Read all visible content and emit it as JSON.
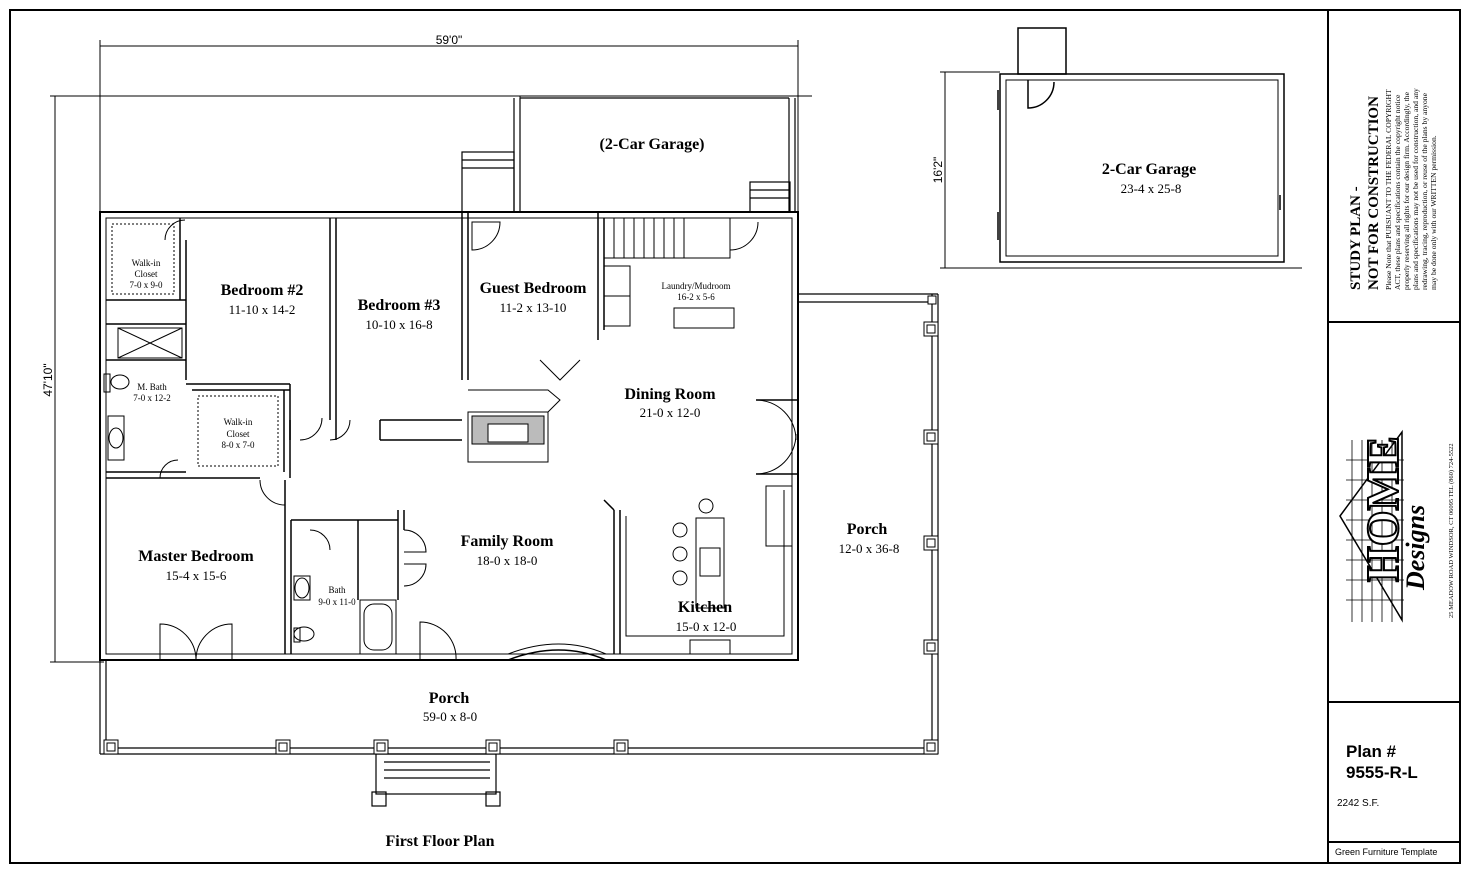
{
  "plan": {
    "overall_width": "59'0\"",
    "overall_depth": "47'10\"",
    "garage_depth": "16'2\"",
    "caption": "First Floor Plan",
    "rooms": {
      "garage_dashed": {
        "name": "(2-Car Garage)"
      },
      "bedroom2": {
        "name": "Bedroom #2",
        "dims": "11-10 x 14-2"
      },
      "bedroom3": {
        "name": "Bedroom #3",
        "dims": "10-10 x 16-8"
      },
      "guest_bedroom": {
        "name": "Guest Bedroom",
        "dims": "11-2 x 13-10"
      },
      "laundry": {
        "name": "Laundry/Mudroom",
        "dims": "16-2 x 5-6"
      },
      "walkin1": {
        "name_line1": "Walk-in",
        "name_line2": "Closet",
        "dims": "7-0 x 9-0"
      },
      "master_bath": {
        "name": "M. Bath",
        "dims": "7-0 x 12-2"
      },
      "walkin2": {
        "name_line1": "Walk-in",
        "name_line2": "Closet",
        "dims": "8-0 x 7-0"
      },
      "dining": {
        "name": "Dining Room",
        "dims": "21-0 x 12-0"
      },
      "family": {
        "name": "Family Room",
        "dims": "18-0 x 18-0"
      },
      "master_bedroom": {
        "name": "Master Bedroom",
        "dims": "15-4 x 15-6"
      },
      "bath": {
        "name": "Bath",
        "dims": "9-0 x 11-0"
      },
      "kitchen": {
        "name": "Kitchen",
        "dims": "15-0 x 12-0"
      },
      "porch_side": {
        "name": "Porch",
        "dims": "12-0 x 36-8"
      },
      "porch_front": {
        "name": "Porch",
        "dims": "59-0 x 8-0"
      },
      "garage_detached": {
        "name": "2-Car Garage",
        "dims": "23-4 x 25-8"
      }
    }
  },
  "title_block": {
    "study_line1": "STUDY PLAN -",
    "study_line2": "NOT FOR CONSTRUCTION",
    "copyright_lines": [
      "Please Note that PURSUANT TO THE FEDERAL COPYRIGHT",
      "ACT, these plans and specifications contain the copyright notice",
      "properly reserving all rights for our design firm. Accordingly, the",
      "plans and specifications may not be used for construction, and any",
      "redrawing, tracing, reproduction, or reuse of the plans by anyone",
      "may be done only with our WRITTEN permission."
    ],
    "logo_word": "HOME",
    "logo_script": "Designs",
    "address": "25 MEADOW ROAD    WINDSOR, CT 06095    TEL (860) 724-5522",
    "plan_label": "Plan #",
    "plan_number": "9555-R-L",
    "square_feet": "2242 S.F.",
    "footer": "Green Furniture Template"
  }
}
